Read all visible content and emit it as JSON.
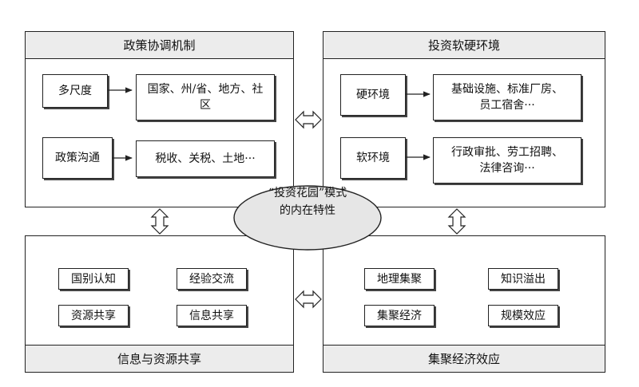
{
  "center": {
    "line1": "“投资花园”模式",
    "line2": "的内在特性"
  },
  "quadrants": {
    "top_left": {
      "title": "政策协调机制",
      "rows": [
        {
          "label": "多尺度",
          "detail": "国家、州/省、地方、社区"
        },
        {
          "label": "政策沟通",
          "detail": "税收、关税、土地···"
        }
      ]
    },
    "top_right": {
      "title": "投资软硬环境",
      "rows": [
        {
          "label": "硬环境",
          "detail_line1": "基础设施、标准厂房、",
          "detail_line2": "员工宿舍···"
        },
        {
          "label": "软环境",
          "detail_line1": "行政审批、劳工招聘、",
          "detail_line2": "法律咨询···"
        }
      ]
    },
    "bottom_left": {
      "title": "信息与资源共享",
      "items": [
        "国别认知",
        "经验交流",
        "资源共享",
        "信息共享"
      ]
    },
    "bottom_right": {
      "title": "集聚经济效应",
      "items": [
        "地理集聚",
        "知识溢出",
        "集聚经济",
        "规模效应"
      ]
    }
  }
}
